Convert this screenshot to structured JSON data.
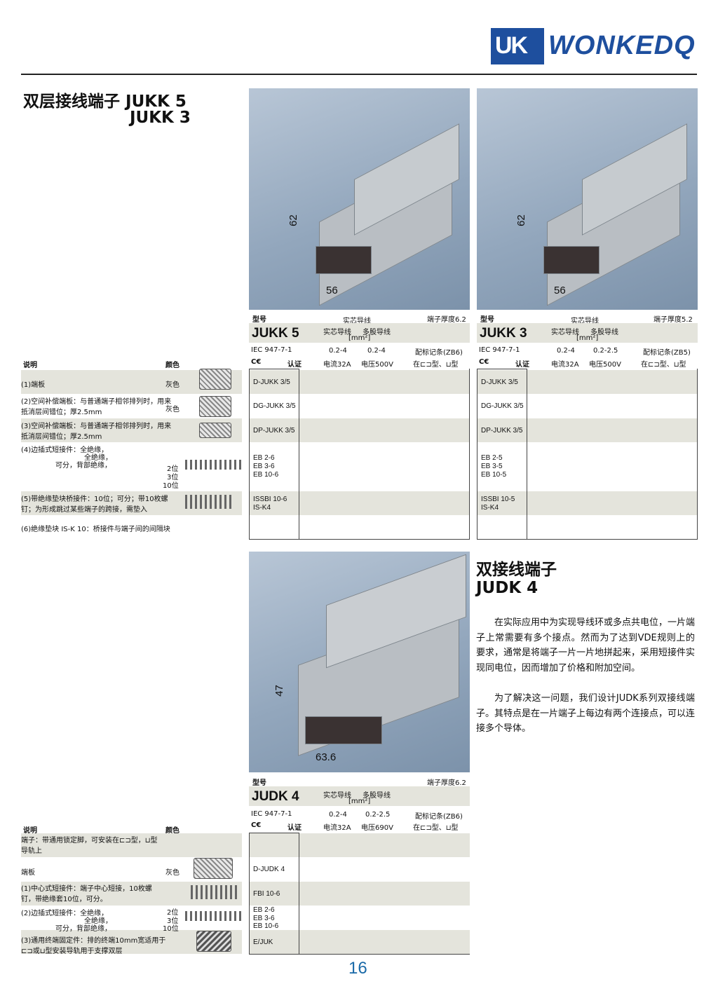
{
  "brand": {
    "logo_mark": "UK",
    "name": "WONKEDQ"
  },
  "section1": {
    "title_line1": "双层接线端子 JUKK 5",
    "title_line2": "JUKK 3",
    "dim_height": "62",
    "dim_width": "56"
  },
  "left_headers": {
    "desc": "说明",
    "color": "颜色"
  },
  "rows1": [
    {
      "text": "(1)端板",
      "color": "灰色"
    },
    {
      "text": "(2)空间补偿端板：与普通端子相邻排列时，用来抵消层间错位；厚2.5mm",
      "color": "灰色"
    },
    {
      "text": "(3)空间补偿端板：与普通端子相邻排列时，用来抵消层间错位；厚2.5mm",
      "color": ""
    },
    {
      "text": "(4)边插式短接件：全绝缘，",
      "line2": "全绝缘，",
      "line3": "可分，背部绝缘，",
      "pos": [
        "2位",
        "3位",
        "10位"
      ]
    },
    {
      "text": "(5)带绝缘垫块桥接件：10位；可分；带10枚螺钉；为形成跳过某些端子的跨接，需垫入"
    },
    {
      "text": "(6)绝缘垫块 IS-K 10：桥接件与端子间的间隔块"
    }
  ],
  "jukk5": {
    "model_label": "型号",
    "thickness": "端子厚度6.2",
    "name": "JUKK 5",
    "wire1": "实芯导线",
    "wire2": "实芯导线",
    "wire3": "多股导线",
    "unit": "[mm²]",
    "iec": "IEC 947-7-1",
    "range1": "0.2-4",
    "range2": "0.2-4",
    "marker": "配标记条(ZB6)",
    "ce": "C€",
    "cert": "认证",
    "current": "电流32A",
    "voltage": "电压500V",
    "rail": "在⊏⊐型、⊔型",
    "parts": [
      "D-JUKK 3/5",
      "DG-JUKK 3/5",
      "DP-JUKK 3/5",
      "EB 2-6",
      "EB 3-6",
      "EB 10-6",
      "ISSBI 10-6",
      "IS-K4"
    ]
  },
  "jukk3": {
    "model_label": "型号",
    "thickness": "端子厚度5.2",
    "name": "JUKK 3",
    "wire1": "实芯导线",
    "wire2": "实芯导线",
    "wire3": "多股导线",
    "unit": "[mm²]",
    "iec": "IEC 947-7-1",
    "range1": "0.2-4",
    "range2": "0.2-2.5",
    "marker": "配标记条(ZB5)",
    "ce": "C€",
    "cert": "认证",
    "current": "电流32A",
    "voltage": "电压500V",
    "rail": "在⊏⊐型、⊔型",
    "parts": [
      "D-JUKK 3/5",
      "DG-JUKK 3/5",
      "DP-JUKK 3/5",
      "EB 2-5",
      "EB 3-5",
      "EB 10-5",
      "ISSBI 10-5",
      "IS-K4"
    ]
  },
  "section2": {
    "title_line1": "双接线端子",
    "title_line2": "JUDK 4",
    "para1": "在实际应用中为实现导线环或多点共电位，一片端子上常需要有多个接点。然而为了达到VDE规则上的要求，通常是将端子一片一片地拼起来，采用短接件实现同电位，因而增加了价格和附加空间。",
    "para2": "为了解决这一问题，我们设计JUDK系列双接线端子。其特点是在一片端子上每边有两个连接点，可以连接多个导体。",
    "dim_height": "47",
    "dim_width": "63.6"
  },
  "judk4": {
    "model_label": "型号",
    "thickness": "端子厚度6.2",
    "name": "JUDK 4",
    "wire2": "实芯导线",
    "wire3": "多股导线",
    "unit": "[mm²]",
    "iec": "IEC 947-7-1",
    "range1": "0.2-4",
    "range2": "0.2-2.5",
    "marker": "配标记条(ZB6)",
    "ce": "C€",
    "cert": "认证",
    "current": "电流32A",
    "voltage": "电压690V",
    "rail": "在⊏⊐型、⊔型",
    "parts": [
      "D-JUDK 4",
      "FBI 10-6",
      "EB 2-6",
      "EB 3-6",
      "EB 10-6",
      "E/JUK"
    ]
  },
  "rows2": [
    {
      "text": "端子：带通用锁定脚，可安装在⊏⊐型，⊔型导轨上"
    },
    {
      "text": "端板",
      "color": "灰色"
    },
    {
      "text": "(1)中心式短接件：端子中心短接，10枚螺钉，带绝缘套10位，可分。"
    },
    {
      "text": "(2)边插式短接件：全绝缘，",
      "line2": "全绝缘，",
      "line3": "可分，背部绝缘，",
      "pos": [
        "2位",
        "3位",
        "10位"
      ]
    },
    {
      "text": "(3)通用终端固定件：排的终端10mm宽适用于⊏⊐或⊔型安装导轨用于支撑双层"
    }
  ],
  "page_number": "16"
}
